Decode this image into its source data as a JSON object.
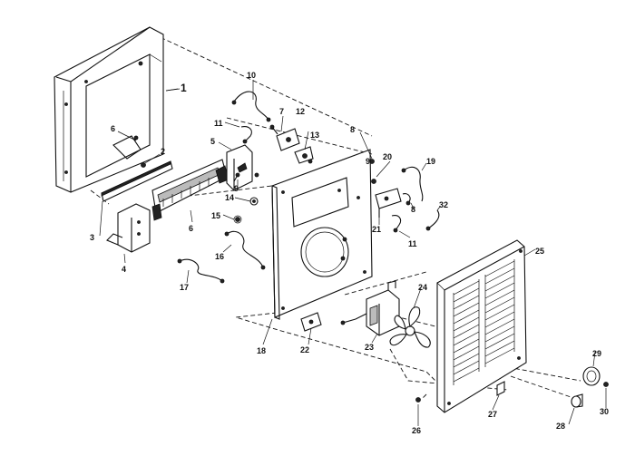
{
  "diagram": {
    "labels": {
      "p1": "1",
      "p2": "2",
      "p3": "3",
      "p4": "4",
      "p5": "5",
      "p6": "6",
      "p6b": "6",
      "p7": "7",
      "p8": "8",
      "p8b": "8",
      "p9": "9",
      "p9b": "9",
      "p10": "10",
      "p11": "11",
      "p11b": "11",
      "p12": "12",
      "p13": "13",
      "p14": "14",
      "p15": "15",
      "p16": "16",
      "p17": "17",
      "p18": "18",
      "p19": "19",
      "p20": "20",
      "p21": "21",
      "p22": "22",
      "p23": "23",
      "p24": "24",
      "p25": "25",
      "p26": "26",
      "p27": "27",
      "p28": "28",
      "p29": "29",
      "p30": "30",
      "p32": "32"
    }
  }
}
